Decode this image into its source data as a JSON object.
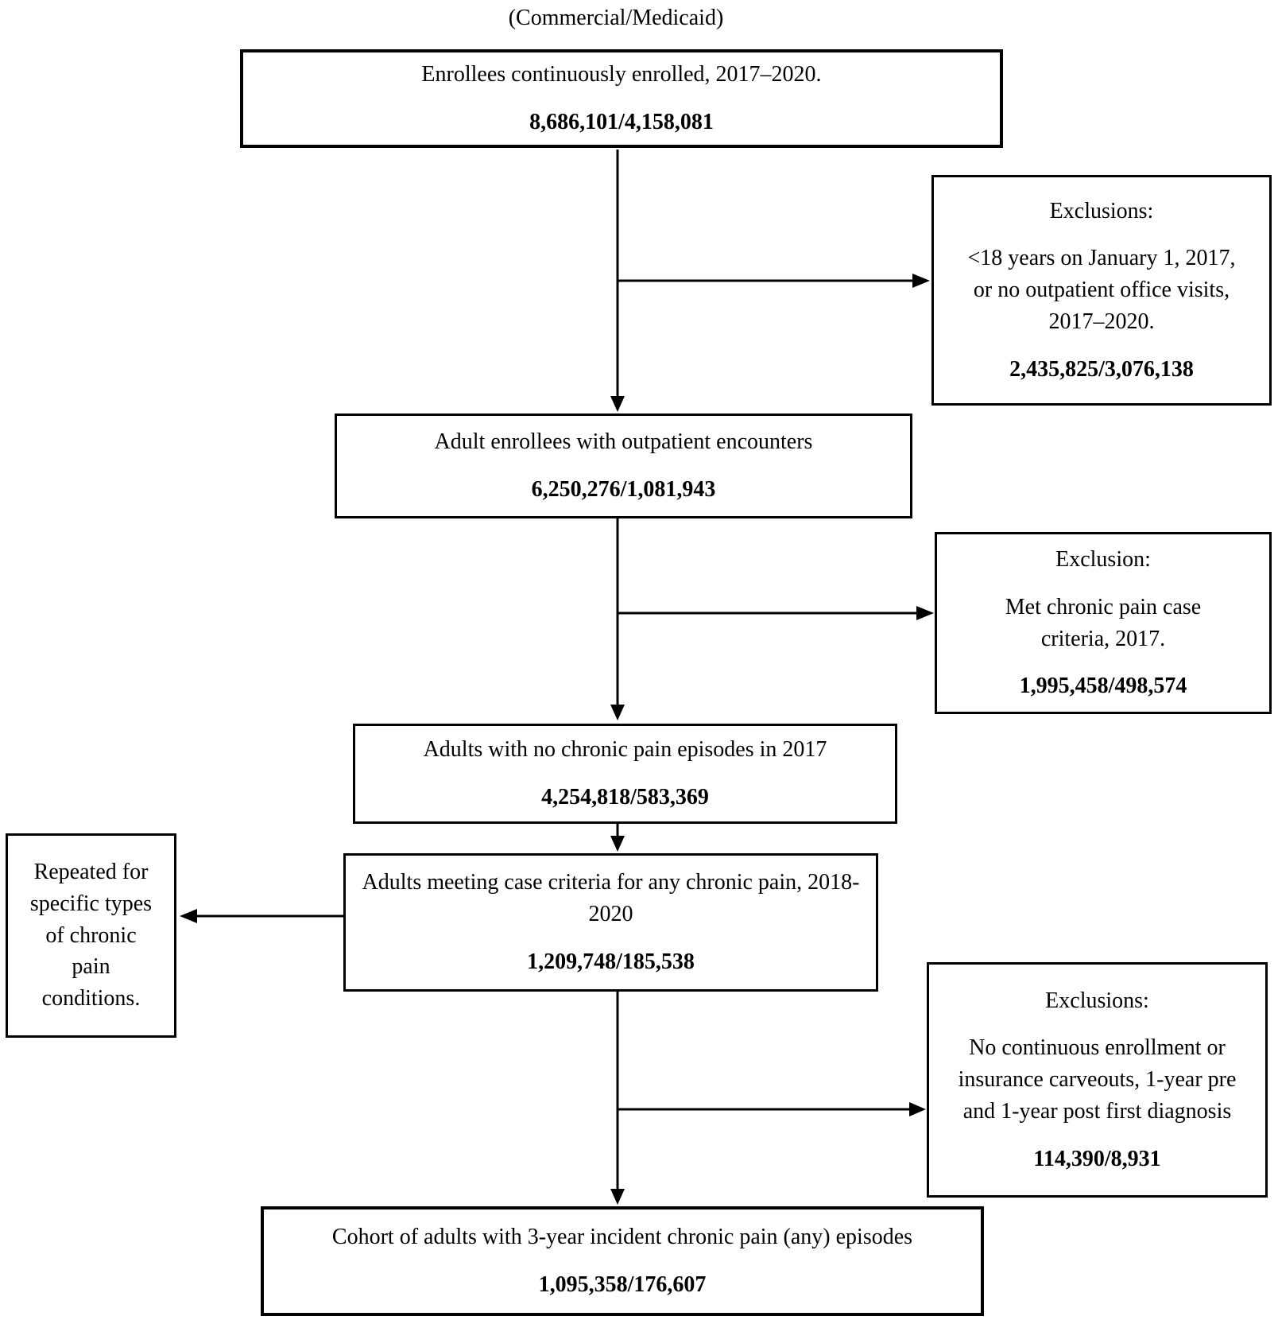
{
  "title": "(Commercial/Medicaid)",
  "colors": {
    "line": "#000000",
    "background": "#ffffff",
    "text": "#000000"
  },
  "flow": {
    "enrolled": {
      "label": "Enrollees continuously enrolled, 2017–2020.",
      "value": "8,686,101/4,158,081"
    },
    "exclusion_age": {
      "heading": "Exclusions:",
      "body": "<18 years on January 1, 2017, or no outpatient office visits, 2017–2020.",
      "value": "2,435,825/3,076,138"
    },
    "adult_outpatient": {
      "label": "Adult enrollees with outpatient encounters",
      "value": "6,250,276/1,081,943"
    },
    "exclusion_chronic_2017": {
      "heading": "Exclusion:",
      "body": "Met chronic pain case criteria, 2017.",
      "value": "1,995,458/498,574"
    },
    "no_chronic_2017": {
      "label": "Adults with no chronic pain episodes in 2017",
      "value": "4,254,818/583,369"
    },
    "case_criteria": {
      "label": "Adults meeting case criteria for any chronic pain, 2018-2020",
      "value": "1,209,748/185,538"
    },
    "side_note": {
      "text": "Repeated for specific types of chronic pain conditions."
    },
    "exclusion_enrollment": {
      "heading": "Exclusions:",
      "body": "No continuous enrollment or insurance carveouts, 1-year pre and 1-year post first diagnosis",
      "value": "114,390/8,931"
    },
    "cohort": {
      "label": "Cohort of adults with 3-year incident chronic pain (any) episodes",
      "value": "1,095,358/176,607"
    }
  }
}
